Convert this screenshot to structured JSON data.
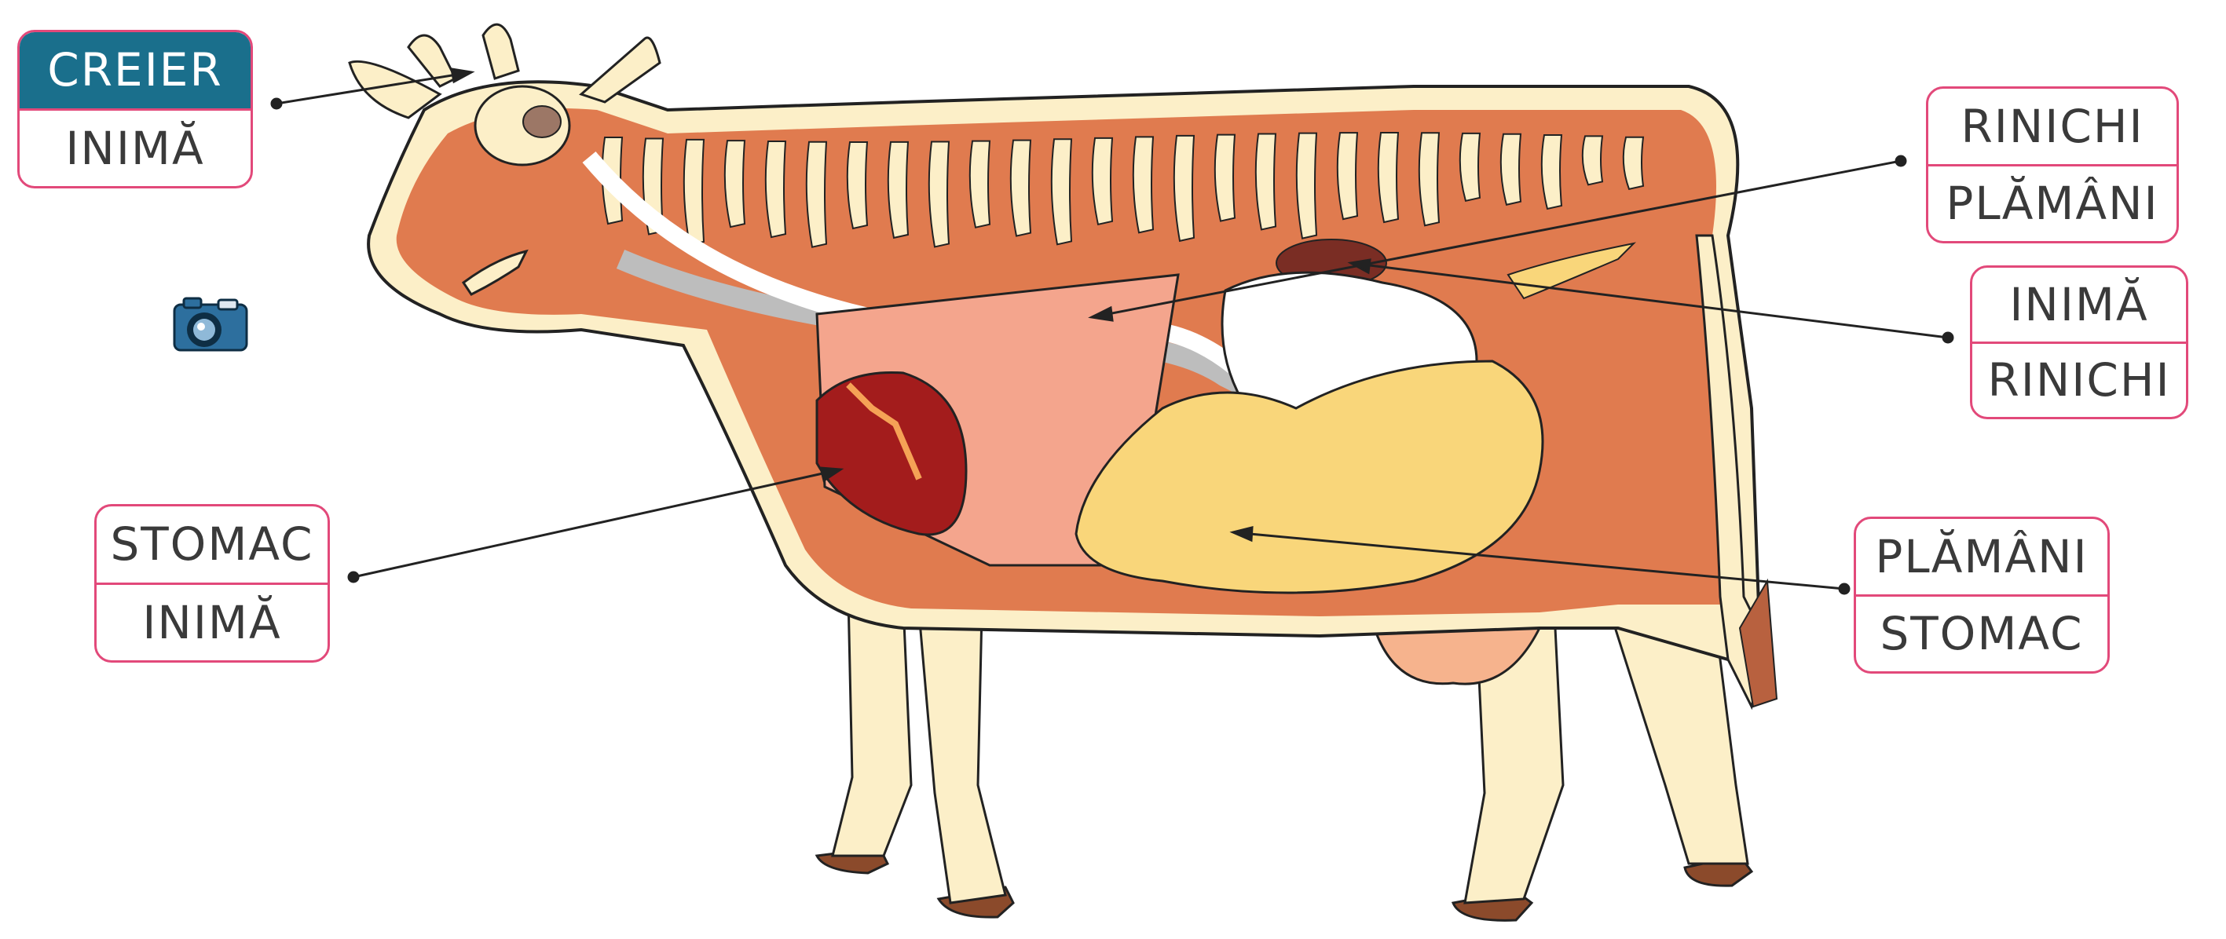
{
  "colors": {
    "selected_bg": "#1a6f8c",
    "selected_text": "#ffffff",
    "box_border": "#e2497a",
    "leader_line": "#222222"
  },
  "labels": {
    "brain": {
      "options": [
        "CREIER",
        "INIMĂ"
      ],
      "selected": "CREIER"
    },
    "stomach_box": {
      "options": [
        "STOMAC",
        "INIMĂ"
      ],
      "selected": ""
    },
    "lungs_box": {
      "options": [
        "RINICHI",
        "PLĂMÂNI"
      ],
      "selected": ""
    },
    "kidney_box": {
      "options": [
        "INIMĂ",
        "RINICHI"
      ],
      "selected": ""
    },
    "rumen_box": {
      "options": [
        "PLĂMÂNI",
        "STOMAC"
      ],
      "selected": ""
    }
  },
  "icons": {
    "camera": "camera-icon"
  }
}
